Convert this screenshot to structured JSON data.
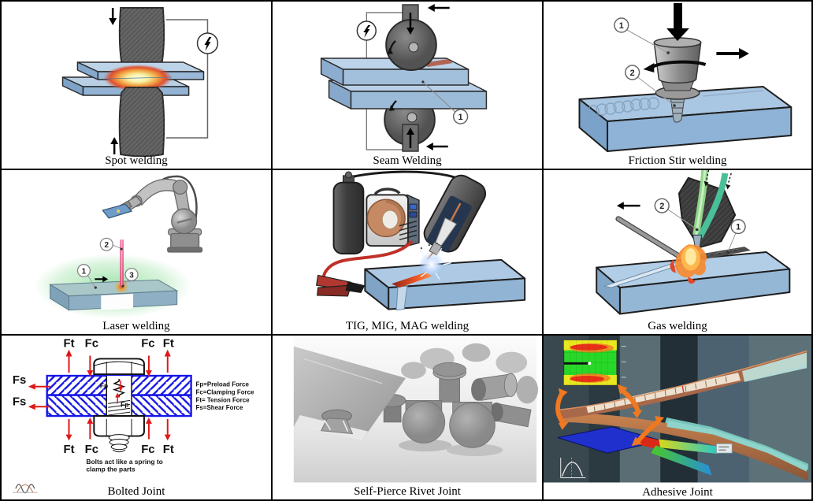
{
  "figure": {
    "title": "Joining processes overview figure",
    "cells": [
      {
        "caption": "Spot welding"
      },
      {
        "caption": "Seam Welding",
        "callout1": "1"
      },
      {
        "caption": "Friction Stir welding",
        "callout1": "1",
        "callout2": "2"
      },
      {
        "caption": "Laser welding",
        "callout1": "1",
        "callout2": "2",
        "callout3": "3"
      },
      {
        "caption": "TIG, MIG, MAG welding"
      },
      {
        "caption": "Gas welding",
        "callout1": "1",
        "callout2": "2"
      },
      {
        "caption": "Bolted Joint",
        "force_tension": "Ft",
        "force_clamping": "Fc",
        "force_shear": "Fs",
        "force_preload": "Fp",
        "legend": [
          "Fp=Preload Force",
          "Fc=Clamping Force",
          "Ft= Tension Force",
          "Fs=Shear Force"
        ],
        "note_line1": "Bolts act like a spring to",
        "note_line2": "clamp the parts"
      },
      {
        "caption": "Self-Pierce Rivet Joint"
      },
      {
        "caption": "Adhesive Joint"
      }
    ],
    "icons": {
      "power_source": "circled-lightning-bolt",
      "rotation": "curved-arrow",
      "force_direction": "straight-black-arrow",
      "red_force_arrow": "straight-red-arrow",
      "peel_motion": "curved-orange-double-arrow"
    },
    "colors": {
      "plate_blue_top": "#b9cfe4",
      "plate_blue_front": "#92b3d4",
      "electrode_gray": "#5a5a5a",
      "weld_glow_orange": "#f0a040",
      "hatch_blue": "#1616e8",
      "force_red": "#e01818",
      "laser_pink": "#e85590",
      "flame_orange": "#f58a30",
      "copper_strip": "#a8684a",
      "adhesive_teal": "#7cc8c0",
      "fem_arrow_orange": "#f07820"
    }
  }
}
